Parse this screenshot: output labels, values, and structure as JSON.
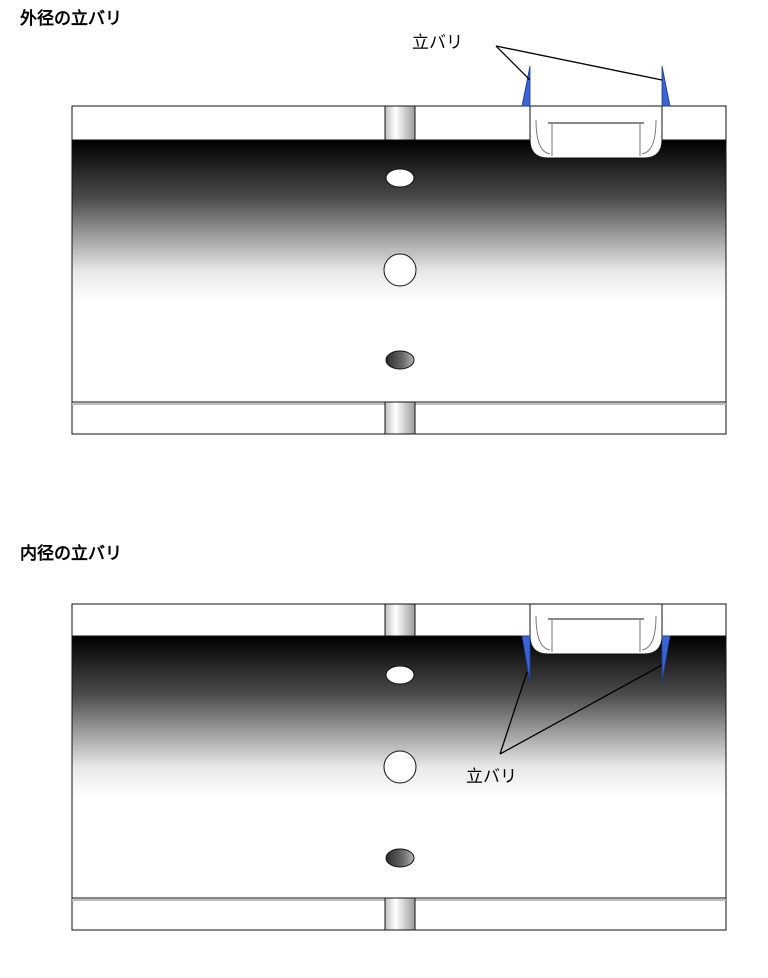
{
  "sections": [
    {
      "title": "外径の立バリ",
      "callout": "立バリ"
    },
    {
      "title": "内径の立バリ",
      "callout": "立バリ"
    }
  ],
  "colors": {
    "burr": "#3b63d6",
    "outline": "#111111",
    "shade_dark": "#000000",
    "shade_light": "#ffffff"
  }
}
